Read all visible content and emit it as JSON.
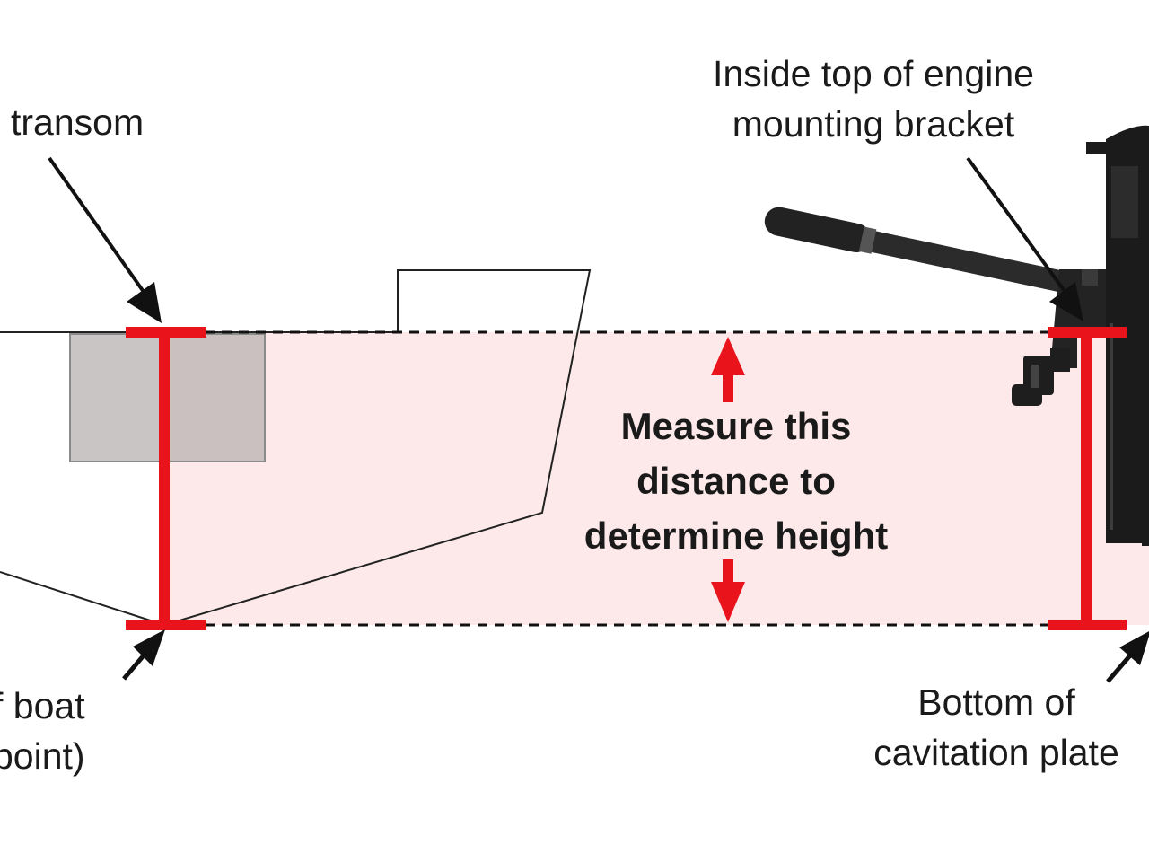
{
  "colors": {
    "measure_red": "#e8131b",
    "zone_fill": "#fde9e9",
    "hull_outline": "#222222",
    "motor_body": "#1b1b1b",
    "well_box": "#c9c4c4"
  },
  "labels": {
    "transom": "transom",
    "bracket_line1": "Inside top of engine",
    "bracket_line2": "mounting bracket",
    "boat_bottom_line1": "f boat",
    "boat_bottom_line2": "point)",
    "cav_plate_line1": "Bottom of",
    "cav_plate_line2": "cavitation plate",
    "measure_line1": "Measure this",
    "measure_line2": "distance to",
    "measure_line3": "determine height"
  },
  "icons": {
    "pointer_arrows": "black-arrow",
    "measure_arrows": "red-double-arrow",
    "motor": "outboard-motor"
  }
}
